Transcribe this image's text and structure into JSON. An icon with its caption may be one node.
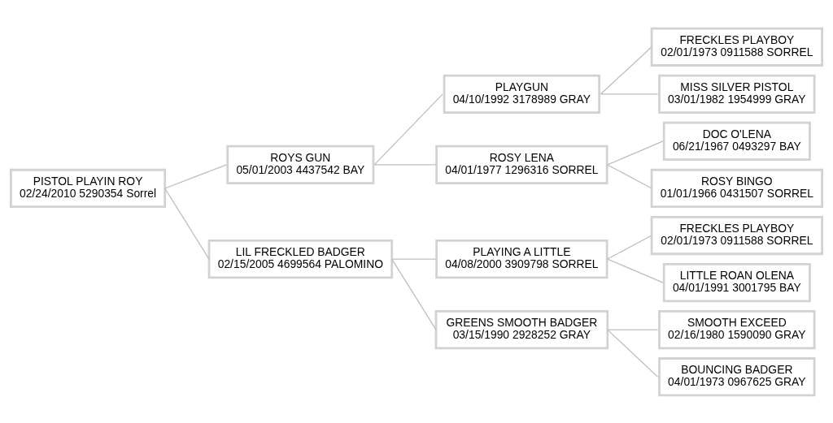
{
  "diagram": {
    "nodes": [
      {
        "text": [
          "PISTOL PLAYIN ROY",
          "02/24/2010 5290354 Sorrel"
        ]
      },
      {
        "text": [
          "ROYS GUN",
          "05/01/2003 4437542 BAY"
        ]
      },
      {
        "text": [
          "LIL FRECKLED BADGER",
          "02/15/2005 4699564 PALOMINO"
        ]
      },
      {
        "text": [
          "PLAYGUN",
          "04/10/1992 3178989 GRAY"
        ]
      },
      {
        "text": [
          "ROSY LENA",
          "04/01/1977 1296316 SORREL"
        ]
      },
      {
        "text": [
          "PLAYING A LITTLE",
          "04/08/2000 3909798 SORREL"
        ]
      },
      {
        "text": [
          "GREENS SMOOTH BADGER",
          "03/15/1990 2928252 GRAY"
        ]
      },
      {
        "text": [
          "FRECKLES PLAYBOY",
          "02/01/1973 0911588 SORREL"
        ]
      },
      {
        "text": [
          "MISS SILVER PISTOL",
          "03/01/1982 1954999 GRAY"
        ]
      },
      {
        "text": [
          "DOC O'LENA",
          "06/21/1967 0493297 BAY"
        ]
      },
      {
        "text": [
          "ROSY BINGO",
          "01/01/1966 0431507 SORREL"
        ]
      },
      {
        "text": [
          "FRECKLES PLAYBOY",
          "02/01/1973 0911588 SORREL"
        ]
      },
      {
        "text": [
          "LITTLE ROAN OLENA",
          "04/01/1991 3001795 BAY"
        ]
      },
      {
        "text": [
          "SMOOTH EXCEED",
          "02/16/1980 1590090 GRAY"
        ]
      },
      {
        "text": [
          "BOUNCING BADGER",
          "04/01/1973 0967625 GRAY"
        ]
      }
    ],
    "edges": [
      {
        "from": 0,
        "to": 1,
        "arrow": "none"
      },
      {
        "from": 0,
        "to": 2,
        "arrow": "none"
      },
      {
        "from": 1,
        "to": 3,
        "arrow": "none"
      },
      {
        "from": 1,
        "to": 4,
        "arrow": "none"
      },
      {
        "from": 2,
        "to": 5,
        "arrow": "none"
      },
      {
        "from": 2,
        "to": 6,
        "arrow": "none"
      },
      {
        "from": 3,
        "to": 7,
        "arrow": "none"
      },
      {
        "from": 3,
        "to": 8,
        "arrow": "none"
      },
      {
        "from": 4,
        "to": 9,
        "arrow": "none"
      },
      {
        "from": 4,
        "to": 10,
        "arrow": "none"
      },
      {
        "from": 5,
        "to": 11,
        "arrow": "none"
      },
      {
        "from": 5,
        "to": 12,
        "arrow": "none"
      },
      {
        "from": 6,
        "to": 13,
        "arrow": "none"
      },
      {
        "from": 6,
        "to": 14,
        "arrow": "none"
      }
    ]
  }
}
